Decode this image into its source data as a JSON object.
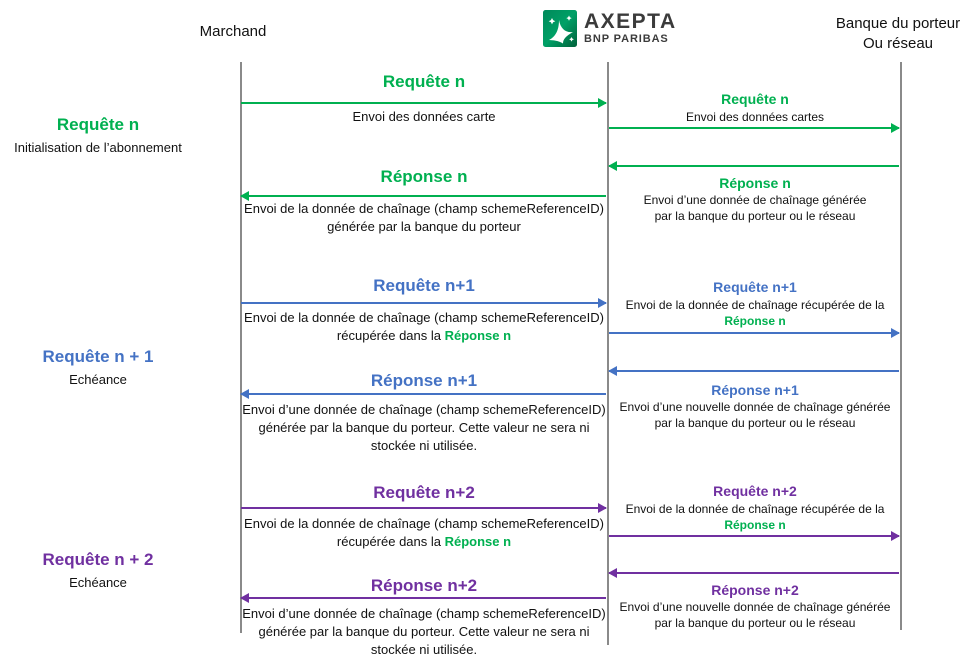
{
  "colors": {
    "green": "#00B050",
    "blue": "#4472C4",
    "purple": "#7030A0",
    "lifeline_gray": "#8a8a8a",
    "logo_green": "#009462"
  },
  "actors": {
    "left": "Marchand",
    "middle_logo": {
      "brand": "AXEPTA",
      "sub_brand": "BNP PARIBAS",
      "icon": "bnp-paribas-stars-icon"
    },
    "right_line1": "Banque du porteur",
    "right_line2": "Ou réseau"
  },
  "phases": [
    {
      "title": "Requête n",
      "subtitle": "Initialisation de l’abonnement",
      "color": "#00B050"
    },
    {
      "title": "Requête n + 1",
      "subtitle": "Echéance",
      "color": "#4472C4"
    },
    {
      "title": "Requête n + 2",
      "subtitle": "Echéance",
      "color": "#7030A0"
    }
  ],
  "left_messages": [
    {
      "title": "Requête n",
      "direction": "right",
      "color": "#00B050",
      "line1": "Envoi des données carte"
    },
    {
      "title": "Réponse n",
      "direction": "left",
      "color": "#00B050",
      "line1": "Envoi de la donnée de chaînage (champ schemeReferenceID)",
      "line2": "générée par la banque du porteur"
    },
    {
      "title": "Requête n+1",
      "direction": "right",
      "color": "#4472C4",
      "line1": "Envoi de la donnée de chaînage (champ schemeReferenceID)",
      "line2_prefix": "récupérée dans la ",
      "line2_highlight": "Réponse n"
    },
    {
      "title": "Réponse n+1",
      "direction": "left",
      "color": "#4472C4",
      "line1": "Envoi d’une donnée de chaînage (champ schemeReferenceID)",
      "line2": "générée par la banque du porteur. Cette valeur ne sera ni",
      "line3": "stockée ni utilisée."
    },
    {
      "title": "Requête n+2",
      "direction": "right",
      "color": "#7030A0",
      "line1": "Envoi de la donnée de chaînage (champ schemeReferenceID)",
      "line2_prefix": "récupérée dans la ",
      "line2_highlight": "Réponse n"
    },
    {
      "title": "Réponse n+2",
      "direction": "left",
      "color": "#7030A0",
      "line1": "Envoi d’une donnée de chaînage (champ schemeReferenceID)",
      "line2": "générée par la banque du porteur. Cette valeur ne sera ni",
      "line3": "stockée ni utilisée."
    }
  ],
  "right_messages": [
    {
      "title": "Requête n",
      "direction": "right",
      "color": "#00B050",
      "line1": "Envoi des données cartes"
    },
    {
      "title": "Réponse n",
      "direction": "left",
      "color": "#00B050",
      "line1": "Envoi d’une donnée de chaînage générée",
      "line2": "par la banque du porteur ou le réseau"
    },
    {
      "title": "Requête n+1",
      "direction": "right",
      "color": "#4472C4",
      "line1": "Envoi de la donnée de chaînage récupérée de la",
      "line2_highlight": "Réponse n"
    },
    {
      "title": "Réponse n+1",
      "direction": "left",
      "color": "#4472C4",
      "line1": "Envoi d’une nouvelle donnée de chaînage générée",
      "line2": "par la banque du porteur ou le réseau"
    },
    {
      "title": "Requête n+2",
      "direction": "right",
      "color": "#7030A0",
      "line1": "Envoi de la donnée de chaînage récupérée de la",
      "line2_highlight": "Réponse n"
    },
    {
      "title": "Réponse n+2",
      "direction": "left",
      "color": "#7030A0",
      "line1": "Envoi d’une nouvelle donnée de chaînage générée",
      "line2": "par la banque du porteur ou le réseau"
    }
  ]
}
